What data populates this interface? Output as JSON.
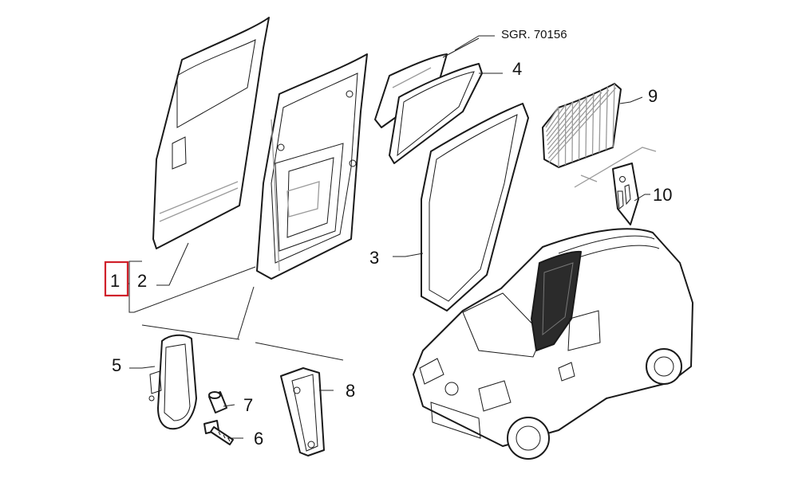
{
  "diagram": {
    "reference": "SGR. 70156",
    "highlight_color": "#d0202a",
    "callouts": [
      {
        "id": "1",
        "text": "1",
        "highlighted": true
      },
      {
        "id": "2",
        "text": "2"
      },
      {
        "id": "3",
        "text": "3"
      },
      {
        "id": "4",
        "text": "4"
      },
      {
        "id": "5",
        "text": "5"
      },
      {
        "id": "6",
        "text": "6"
      },
      {
        "id": "7",
        "text": "7"
      },
      {
        "id": "8",
        "text": "8"
      },
      {
        "id": "9",
        "text": "9"
      },
      {
        "id": "10",
        "text": "10"
      }
    ]
  }
}
